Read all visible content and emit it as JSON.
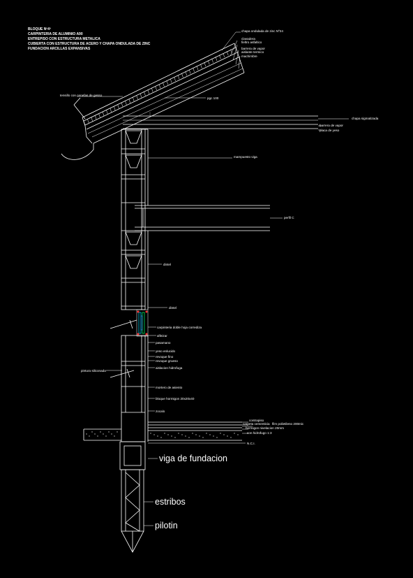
{
  "header": {
    "lines": [
      "BLOQUE Nº4ª",
      "CARPINTERIA DE ALUMINIO A90",
      "ENTREPISO CON ESTRUCTURA METALICA",
      "CUBIERTA CON ESTRUCTURA DE ACERO Y CHAPA ONDULADA DE ZINC",
      "FUNDACION ARCILLAS EXPANSIVAS"
    ]
  },
  "labels": {
    "chapa_ondulada": "chapa ondulada de zinc Nº24",
    "clavadera": "clavadera",
    "fieltro": "fieltro asfaltico",
    "barrera_top": "barrera de vapor",
    "aislante": "aislante termico",
    "machimbre": "machimbre",
    "tensillo": "tensillo con cenefas de gesso",
    "pgc": "pgc 100",
    "chapa_sigmatizada": "chapa sigmatizada",
    "barrera_vapor": "barrera de vapor",
    "placa_yeso": "placa de yeso",
    "mampuesto": "mampuesto viga",
    "perfil": "perfil C",
    "dintel1": "dintel",
    "dintel2": "dintel",
    "carpinteria": "carpinteria doble hoja corrediza",
    "alfeizar": "alfeizar",
    "pasamano": "pasamano",
    "yeso_enlucido": "yeso enlucido",
    "revoque_fino": "revoque fino",
    "revoque_grueso": "revoque grueso",
    "aislacion_hidrofuga": "aislacion hidrofuga",
    "pintura_siliconada": "pintura siliconada",
    "mortero": "mortero de asiento",
    "bloque": "bloque hormigon 20x20x40",
    "zocalo": "zocalo",
    "contrapiso": "contrapiso",
    "carpeta": "carpeta cementicia",
    "film": "film polietileno 200mic",
    "hormigon": "hormigon nivelacion 20mm",
    "ceramico": "con hidrofugo 1:3",
    "nivel": "N.C.I.",
    "viga": "viga de fundacion",
    "estribos": "estribos",
    "pilotin": "pilotin"
  }
}
